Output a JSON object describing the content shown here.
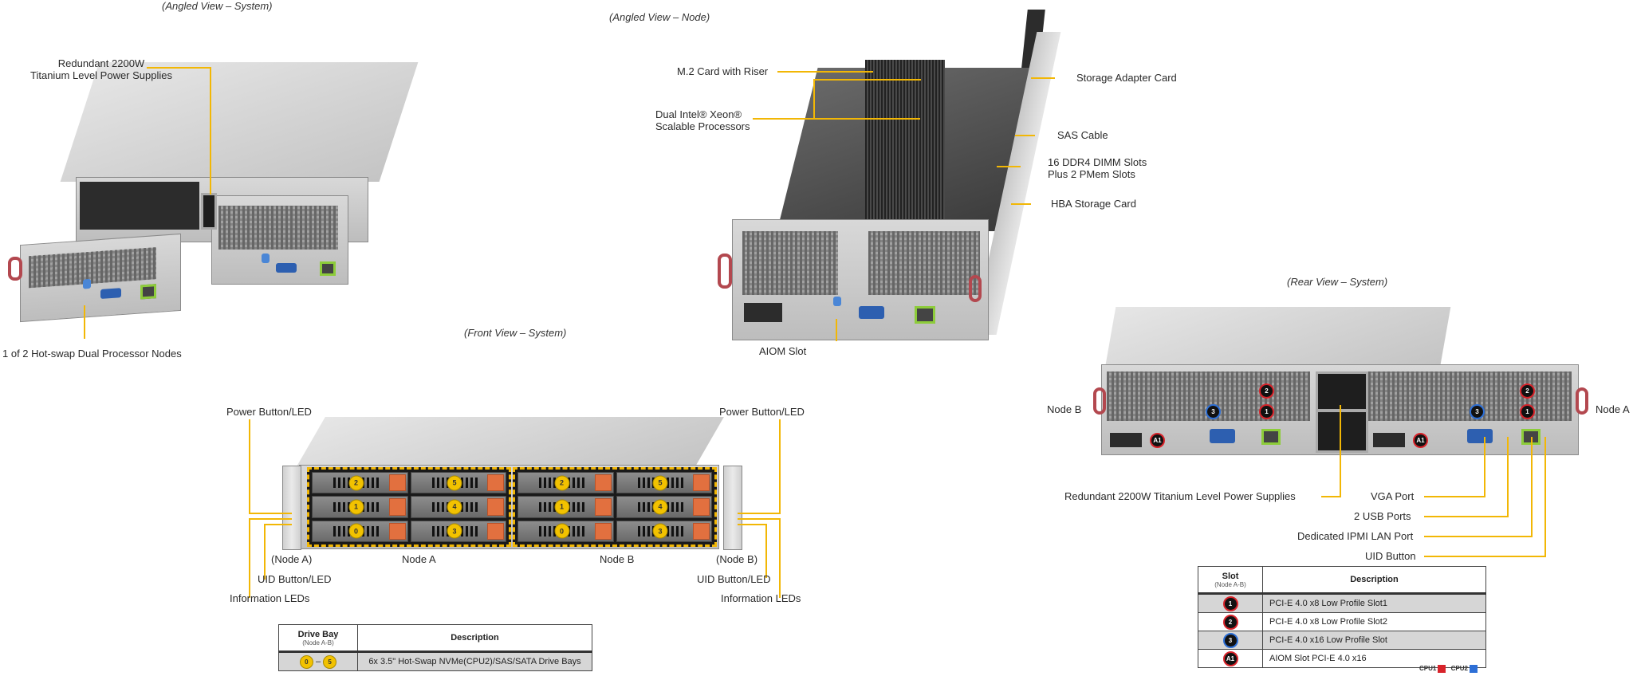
{
  "captions": {
    "angled_system": "(Angled View – System)",
    "angled_node": "(Angled View – Node)",
    "front_system": "(Front View – System)",
    "rear_system": "(Rear View – System)"
  },
  "angled_system_labels": {
    "psu": [
      "Redundant 2200W",
      "Titanium Level Power Supplies"
    ],
    "nodes": "1 of 2 Hot-swap Dual Processor Nodes"
  },
  "angled_node_labels": {
    "m2": "M.2 Card with Riser",
    "cpu": [
      "Dual Intel® Xeon®",
      "Scalable Processors"
    ],
    "storage_adapter": "Storage Adapter Card",
    "sas": "SAS Cable",
    "dimm": [
      "16 DDR4 DIMM Slots",
      "Plus 2 PMem Slots"
    ],
    "hba": "HBA Storage Card",
    "aiom": "AIOM Slot"
  },
  "front_labels": {
    "power_left": "Power Button/LED",
    "power_right": "Power Button/LED",
    "node_a_paren": "(Node A)",
    "node_b_paren": "(Node B)",
    "node_a": "Node A",
    "node_b": "Node B",
    "uid_left": "UID Button/LED",
    "uid_right": "UID Button/LED",
    "info_left": "Information LEDs",
    "info_right": "Information LEDs"
  },
  "drive_bays": {
    "node_a": [
      "2",
      "5",
      "1",
      "4",
      "0",
      "3"
    ],
    "node_b": [
      "2",
      "5",
      "1",
      "4",
      "0",
      "3"
    ]
  },
  "drive_table": {
    "col1": "Drive Bay",
    "col1_sub": "(Node A-B)",
    "col2": "Description",
    "row": {
      "from": "0",
      "dash": "–",
      "to": "5",
      "desc": "6x 3.5\" Hot-Swap NVMe(CPU2)/SAS/SATA Drive Bays"
    }
  },
  "rear_labels": {
    "node_b": "Node B",
    "node_a": "Node A",
    "psu": "Redundant  2200W Titanium  Level Power Supplies",
    "vga": "VGA Port",
    "usb": "2 USB Ports",
    "ipmi": "Dedicated IPMI  LAN Port",
    "uid": "UID Button"
  },
  "rear_slot_badges": {
    "slot1": "1",
    "slot2": "2",
    "slot3": "3",
    "aiom": "A1"
  },
  "slot_table": {
    "col1": "Slot",
    "col1_sub": "(Node A-B)",
    "col2": "Description",
    "rows": [
      {
        "badge": "1",
        "cpu": "CPU1",
        "desc": "PCI-E 4.0 x8 Low Profile Slot1"
      },
      {
        "badge": "2",
        "cpu": "CPU1",
        "desc": "PCI-E 4.0 x8 Low Profile Slot2"
      },
      {
        "badge": "3",
        "cpu": "CPU2",
        "desc": "PCI-E 4.0 x16 Low Profile Slot"
      },
      {
        "badge": "A1",
        "cpu": "CPU1",
        "desc": "AIOM Slot PCI-E 4.0 x16"
      }
    ]
  },
  "cpu_legend": {
    "cpu1": "CPU1",
    "cpu2": "CPU2",
    "cpu1_color": "#d8232a",
    "cpu2_color": "#2d6fd6"
  },
  "colors": {
    "callout_line": "#f2b705",
    "drive_latch": "#e2703f",
    "handle": "#b3484f"
  }
}
